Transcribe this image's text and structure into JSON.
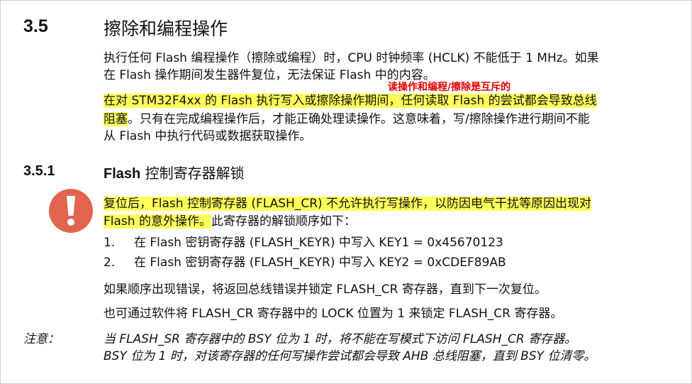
{
  "section": {
    "number": "3.5",
    "title": "擦除和编程操作",
    "para1": {
      "line1": "执行任何 Flash 编程操作（擦除或编程）时，CPU 时钟频率 (HCLK) 不能低于 1 MHz。如果",
      "line2": "在 Flash 操作期间发生器件复位，无法保证 Flash 中的内容。"
    },
    "annotation": "读操作和编程/擦除是互斥的",
    "para2": {
      "line1": "在对 STM32F4xx 的 Flash 执行写入或擦除操作期间，任何读取 Flash 的尝试都会导致总线",
      "line2_highlight": "阻塞",
      "line2_rest": "。只有在完成编程操作后，才能正确处理读操作。这意味着，写/擦除操作进行期间不能",
      "line3": "从 Flash 中执行代码或数据获取操作。"
    }
  },
  "subsection": {
    "number": "3.5.1",
    "title_bold": "Flash",
    "title_rest": " 控制寄存器解锁",
    "para1": {
      "line1": "复位后，Flash 控制寄存器 (FLASH_CR) 不允许执行写操作，以防因电气干扰等原因出现对",
      "line2_highlight": "Flash 的意外操作。",
      "line2_rest": "此寄存器的解锁顺序如下："
    },
    "steps": [
      {
        "num": "1.",
        "text": "在 Flash 密钥寄存器 (FLASH_KEYR) 中写入 KEY1 = 0x45670123"
      },
      {
        "num": "2.",
        "text": "在 Flash 密钥寄存器 (FLASH_KEYR) 中写入 KEY2 = 0xCDEF89AB"
      }
    ],
    "para2": "如果顺序出现错误，将返回总线错误并锁定 FLASH_CR 寄存器，直到下一次复位。",
    "para3": "也可通过软件将 FLASH_CR 寄存器中的 LOCK 位置为 1 来锁定 FLASH_CR 寄存器。",
    "note_label": "注意：",
    "note_line1": "当 FLASH_SR 寄存器中的 BSY 位为 1 时，将不能在写模式下访问 FLASH_CR 寄存器。",
    "note_line2": "BSY 位为 1 时，对该寄存器的任何写操作尝试都会导致 AHB 总线阻塞，直到 BSY 位清零。"
  },
  "colors": {
    "highlight": "#ffff5a",
    "annotation": "#e00000",
    "warning_icon": "#e0644f"
  }
}
